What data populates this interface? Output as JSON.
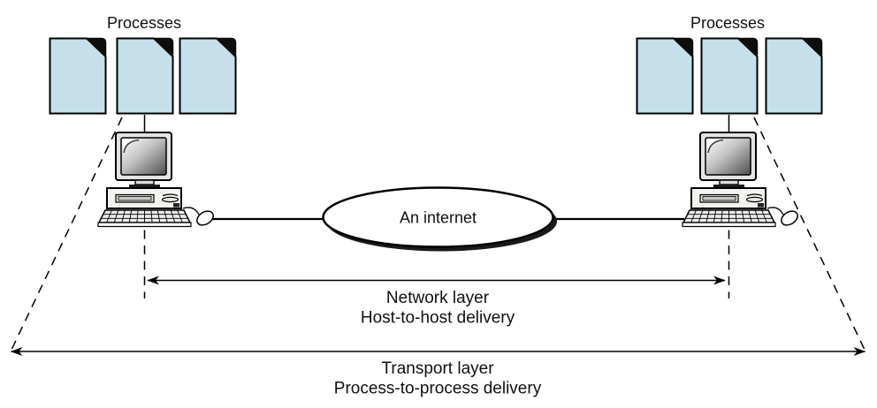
{
  "diagram": {
    "left_host": {
      "processes_label": "Processes"
    },
    "right_host": {
      "processes_label": "Processes"
    },
    "internet_cloud": {
      "label": "An internet"
    },
    "network_layer": {
      "title": "Network layer",
      "subtitle": "Host-to-host delivery"
    },
    "transport_layer": {
      "title": "Transport layer",
      "subtitle": "Process-to-process delivery"
    },
    "colors": {
      "document_fill": "#c5e0eb",
      "line_color": "#000000",
      "background": "#ffffff"
    }
  }
}
